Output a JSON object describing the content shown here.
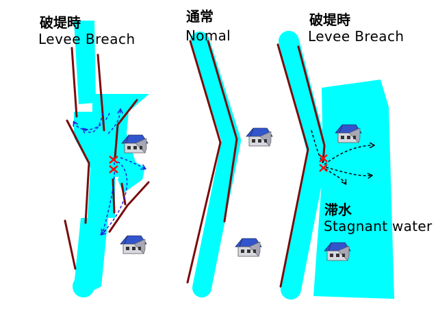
{
  "labels": {
    "left_jp": "破堤時",
    "left_en": "Levee Breach",
    "center_jp": "通常",
    "center_en": "Nomal",
    "right_jp": "破堤時",
    "right_en": "Levee Breach",
    "stagnant_jp": "滞水",
    "stagnant_en": "Stagnant water"
  },
  "colors": {
    "water": "#00ffff",
    "levee": "#7a0a0a",
    "flow_blue": "#2222dd",
    "flow_black": "#000000",
    "breach_mark": "#ee1111",
    "house_roof": "#3355cc",
    "house_wall": "#d8d8e0"
  },
  "icons": [
    "house-icon",
    "breach-mark-icon",
    "flow-arrow-icon"
  ]
}
